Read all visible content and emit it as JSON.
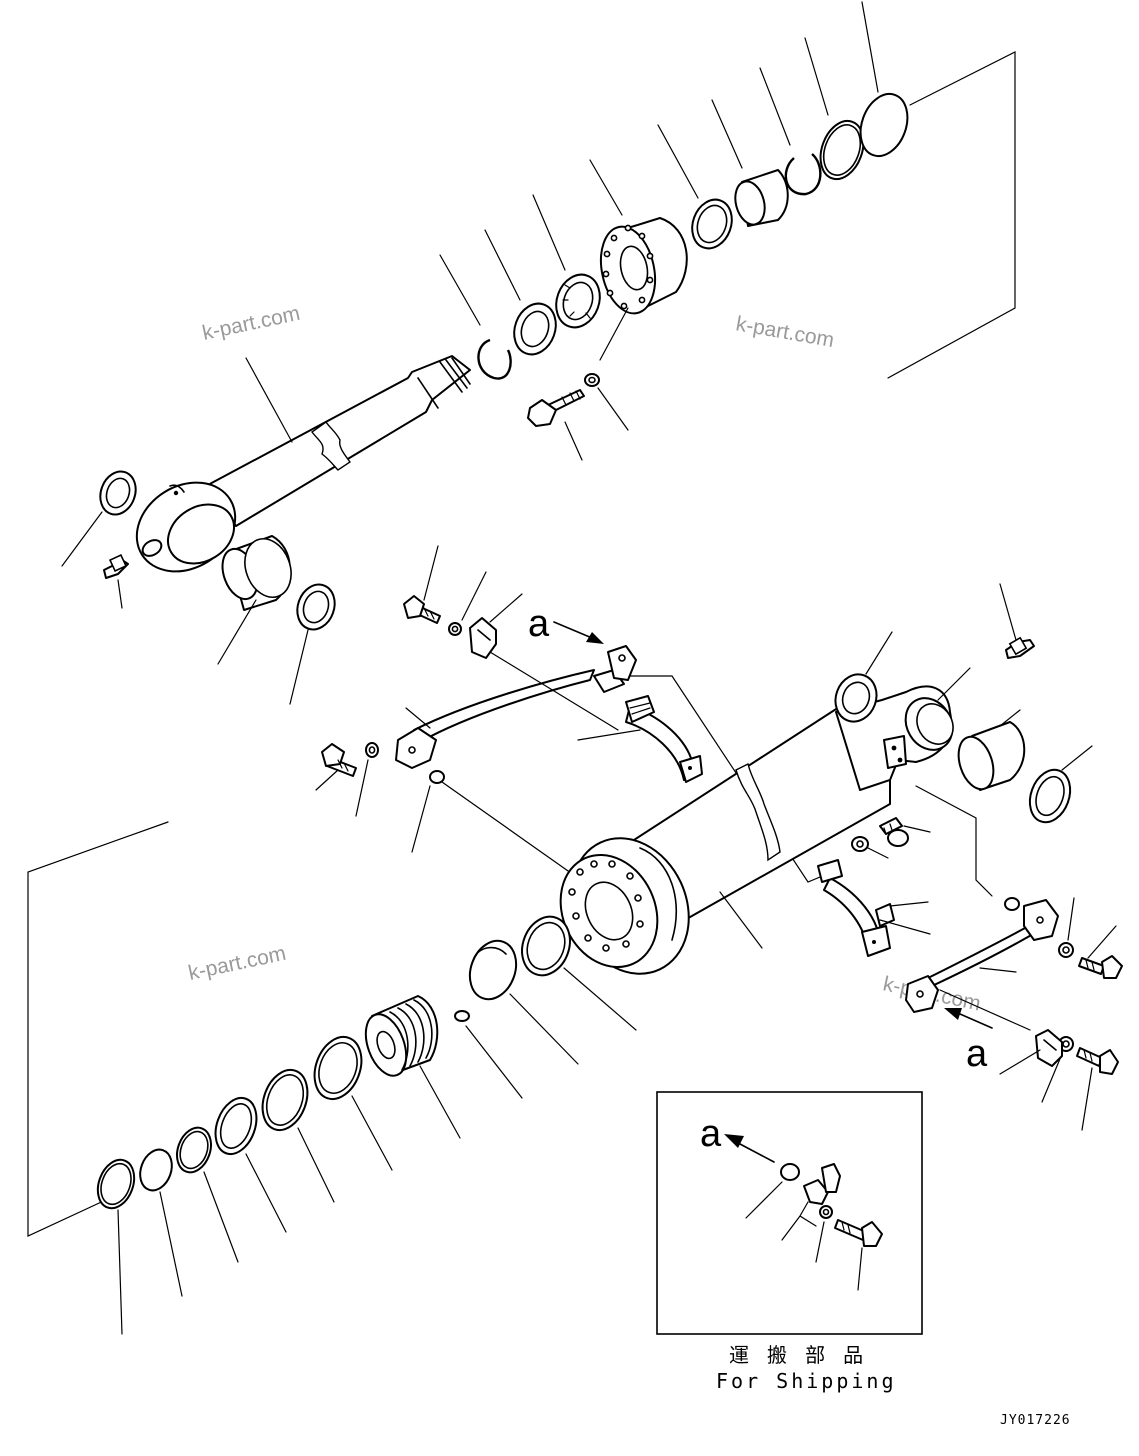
{
  "watermarks": [
    "k-part.com",
    "k-part.com",
    "k-part.com",
    "k-part.com"
  ],
  "view_labels": {
    "a1": "a",
    "a2": "a",
    "a3": "a"
  },
  "shipping_box": {
    "title_jp": "運 搬 部 品",
    "title_en": "For Shipping"
  },
  "drawing_code": "JY017226"
}
